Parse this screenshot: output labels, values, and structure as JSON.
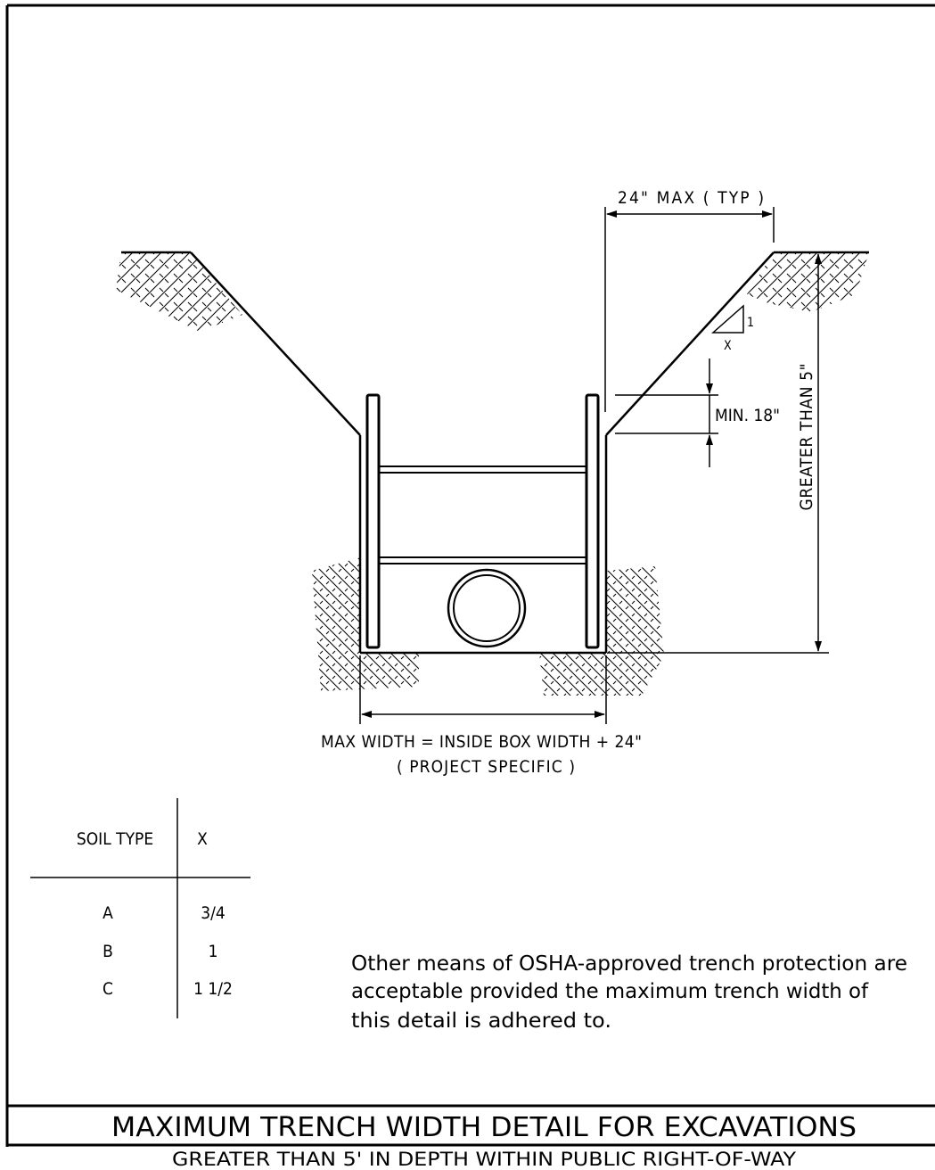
{
  "dimensions": {
    "top_offset": "24\" MAX ( TYP )",
    "min_embed": "MIN. 18\"",
    "depth": "GREATER THAN 5\"",
    "slope_rise": "1",
    "slope_run": "X",
    "max_width_line1": "MAX WIDTH = INSIDE BOX WIDTH + 24\"",
    "max_width_line2": "( PROJECT SPECIFIC )"
  },
  "soil_table": {
    "headers": [
      "SOIL TYPE",
      "X"
    ],
    "rows": [
      [
        "A",
        "3/4"
      ],
      [
        "B",
        "1"
      ],
      [
        "C",
        "1 1/2"
      ]
    ]
  },
  "note": {
    "lines": [
      "Other means of OSHA-approved trench protection are",
      "acceptable provided the maximum trench width of",
      "this detail is adhered to."
    ]
  },
  "title_block": {
    "title": "MAXIMUM TRENCH WIDTH DETAIL FOR EXCAVATIONS",
    "subtitle": "GREATER THAN 5' IN DEPTH WITHIN PUBLIC RIGHT-OF-WAY"
  }
}
